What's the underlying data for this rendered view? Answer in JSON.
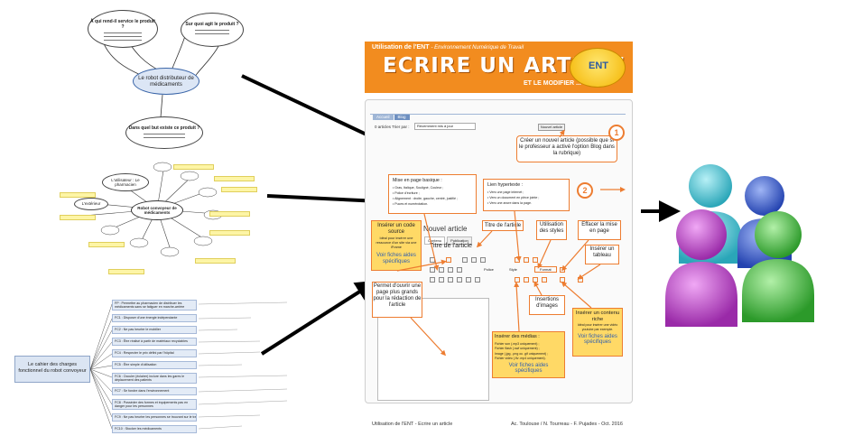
{
  "mindmap1": {
    "q1": "À qui rend-il service le produit ?",
    "q2": "Sur quoi agit le produit ?",
    "q3": "Dans quel but existe ce produit ?",
    "center": "Le robot distributeur de médicaments"
  },
  "mindmap2": {
    "center": "Robot convoyeur de médicaments",
    "node_user": "L'utilisateur : Le pharmacien",
    "node_env": "L'extérieur"
  },
  "cdc": {
    "title": "Le cahier des charges fonctionnel du robot convoyeur",
    "functions": [
      "FP : Permettre au pharmacien de distribuer les médicaments sans se fatiguer en marche-arrière",
      "FC1 : Disposer d'une énergie indépendante",
      "FC2 : Ne pas heurter le mobilier",
      "FC3 : Être réalisé à partir de matériaux recyclables",
      "FC4 : Respecter le prix défini par l'hôpital",
      "FC5 : Être simple d'utilisation",
      "FC6 : Occuler (éclairer) inclure dans les gares le déplacement des patients",
      "FC7 : Se fondre dans l'environnement",
      "FC8 : Posséder des formes et équipements pas en danger pour les personnes",
      "FC9 : Ne pas heurter les personnes se trouvant sur le trajet",
      "FC10 : Stocker les médicaments"
    ]
  },
  "banner": {
    "subtitle": "Utilisation de l'ENT",
    "subtitle2": "- Environnement Numérique de Travail",
    "title": "ECRIRE UN ARTICLE",
    "tagline": "ET LE MODIFIER ...",
    "logo": "ENT"
  },
  "sheet": {
    "tabs": [
      "Accueil",
      "Blog"
    ],
    "toolbar": "0 articles   Trier par :",
    "sort_value": "Récemment mis à jour",
    "new_button": "Nouvel article",
    "step1_num": "1",
    "step1_text": "Créer un nouvel article (possible que si le professeur a activé l'option Blog dans la rubrique)",
    "step2_num": "2",
    "editor_title": "Nouvel article",
    "editor_tabs": [
      "Contenu",
      "Publication"
    ],
    "title_placeholder": "Titre de l'article",
    "mise_en_page_title": "Mise en page basique :",
    "mise_en_page_items": [
      "Gras, Italique, Souligné, Couleur ;",
      "Police d'écriture ;",
      "Alignement : droite, gauche, centré, justifié ;",
      "Puces et numérotation."
    ],
    "lien_title": "Lien hypertexte :",
    "lien_items": [
      "Vers une page internet ;",
      "Vers un document en pièce jointe ;",
      "Vers une ancre dans la page."
    ],
    "code_title": "Insérer un code source",
    "code_desc": "Idéal pour insérer une ressource d'un site via une iFrame",
    "code_link": "Voir fiches aides spécifiques",
    "titre_label": "Titre de l'article",
    "styles_label": "Utilisation des styles",
    "effacer_label": "Effacer la mise en page",
    "tableau_label": "Insérer un tableau",
    "ouvrir_label": "Permet d'ouvrir une page plus grands pour la rédaction de l'article",
    "images_label": "Insertions d'images",
    "riche_title": "Insérer un contenu riche",
    "riche_desc": "Idéal pour insérer une vidéo youtube par exemple.",
    "riche_link": "Voir fiches aides spécifiques",
    "medias_title": "Insérer des médias :",
    "medias_items": [
      "Fichier son (.mp3 uniquement) ;",
      "Fichier flash (.swf uniquement) ;",
      "Image (.jpg, .png ou .gif uniquement) ;",
      "Fichier vidéo (.flv .mp4 uniquement)."
    ],
    "medias_link": "Voir fiches aides spécifiques",
    "police_label": "Police",
    "style_label": "Style",
    "format_label": "Format"
  },
  "footer": {
    "left": "Utilisation de l'ENT - Ecrire un article",
    "right": "Ac. Toulouse / N. Tourreau - F. Pujades - Oct. 2016"
  },
  "colors": {
    "accent": "#ed7d31",
    "banner": "#f28c1f",
    "callout_yellow": "#ffd966",
    "user_cyan": "#3fb8c9",
    "user_blue": "#3456c4",
    "user_purple": "#b13fbf",
    "user_green": "#3cae3a"
  }
}
